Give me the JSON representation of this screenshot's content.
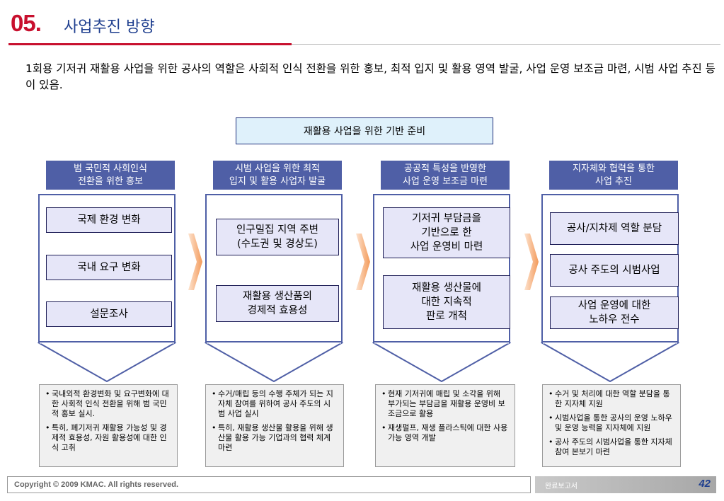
{
  "header": {
    "number": "05.",
    "title": "사업추진 방향"
  },
  "intro": "1회용 기저귀 재활용 사업을 위한 공사의 역할은 사회적 인식 전환을 위한 홍보, 최적 입지 및 활용 영역 발굴, 사업 운영 보조금 마련, 시범 사업 추진 등이 있음.",
  "base": "재활용 사업을 위한 기반 준비",
  "columns": [
    {
      "header": "범 국민적 사회인식\n전환을 위한 홍보",
      "items": [
        "국제 환경 변화",
        "국내 요구 변화",
        "설문조사"
      ],
      "notes": [
        "국내외적 환경변화 및 요구변화에 대한 사회적 인식 전환을 위해 범 국민적 홍보 실시.",
        "특히, 폐기저귀 재활용 가능성 및 경제적 효용성, 자원 활용성에 대한 인식 고취"
      ]
    },
    {
      "header": "시범 사업을 위한 최적\n입지 및 활용 사업자 발굴",
      "items": [
        "인구밀집 지역 주변\n(수도권 및 경상도)",
        "재활용 생산품의\n경제적 효용성"
      ],
      "notes": [
        "수거/매립 등의 수행 주체가 되는 지자체 참여를 위하여 공사 주도의 시범 사업 실시",
        "특히, 재활용 생산물 활용을 위해 생산물 활용 가능 기업과의 협력 체계 마련"
      ]
    },
    {
      "header": "공공적 특성을 반영한\n사업 운영 보조금 마련",
      "items": [
        "기저귀 부담금을\n기반으로 한\n사업 운영비 마련",
        "재활용 생산물에\n대한 지속적\n판로 개척"
      ],
      "notes": [
        "현재 기저귀에 매립 및 소각을 위해 부가되는 부담금을 재활용 운영비 보조금으로 활용",
        "재생펄프, 재생 플라스틱에 대한 사용 가능 영역 개발"
      ]
    },
    {
      "header": "지자체와 협력을 통한\n사업 추진",
      "items": [
        "공사/지차제 역할 분담",
        "공사 주도의 시범사업",
        "사업 운영에 대한\n노하우 전수"
      ],
      "notes": [
        "수거 및 처리에 대한 역할 분담을 통한 지자체 지원",
        "시범사업을 통한 공사의 운영 노하우 및 운영 능력을 지자체에 지원",
        "공사 주도의 시범사업을 통한 지자체 참여 본보기 마련"
      ]
    }
  ],
  "footer": {
    "copyright": "Copyright © 2009 KMAC. All rights reserved.",
    "report_label": "완료보고서",
    "page": "42"
  },
  "colors": {
    "accent_red": "#c8102e",
    "title_blue": "#1f3f8f",
    "header_blue": "#4f5fa6",
    "item_fill": "#e6e6f8",
    "base_fill": "#dff1fb",
    "arrow_orange": "#f6a86a"
  }
}
